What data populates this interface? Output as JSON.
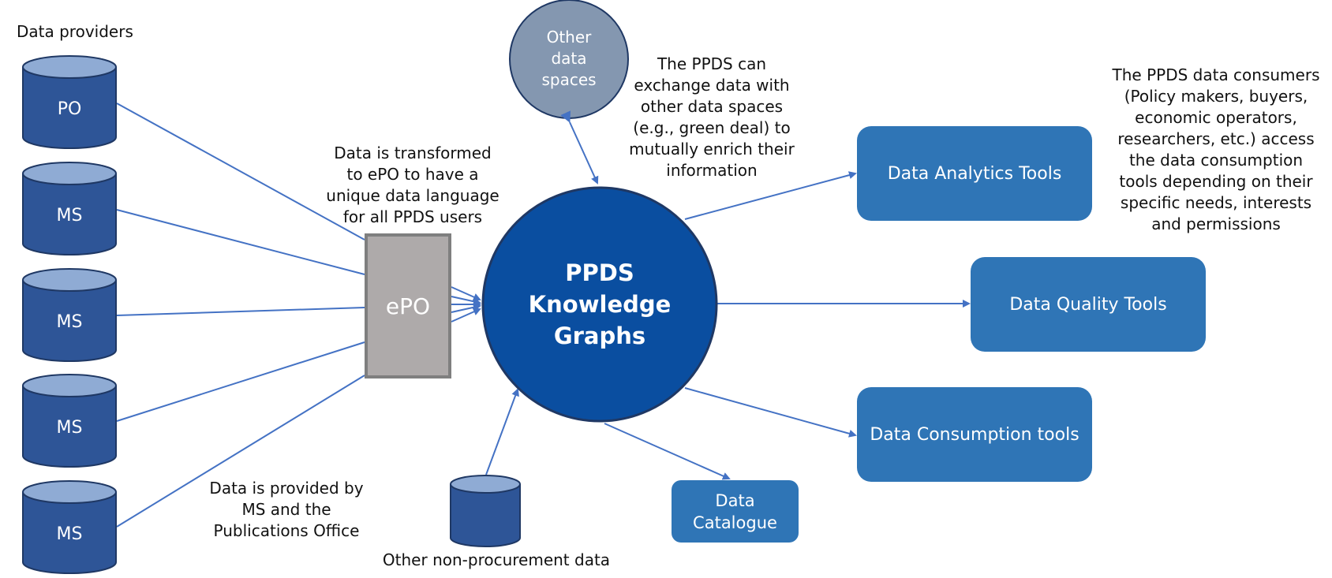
{
  "colors": {
    "cylinder_body": "#2e5597",
    "cylinder_top": "#8fabd4",
    "cylinder_stroke": "#1f3864",
    "knowledge_graph": "#0a4ea0",
    "tool_box": "#2f75b6",
    "other_spaces": "#8497b0",
    "epo_box": "#aeaaaa",
    "arrow": "#4472c4"
  },
  "providers": {
    "title": "Data providers",
    "items": [
      "PO",
      "MS",
      "MS",
      "MS",
      "MS"
    ]
  },
  "epo": {
    "label": "ePO",
    "description": "Data is transformed to ePO to have a unique data language for all PPDS users"
  },
  "provided_note": "Data is provided by MS and the Publications Office",
  "other_spaces": {
    "label": "Other data spaces",
    "note": "The PPDS can exchange data with other data spaces (e.g., green deal) to mutually enrich their information"
  },
  "knowledge_graph": {
    "label_line1": "PPDS",
    "label_line2": "Knowledge",
    "label_line3": "Graphs"
  },
  "tools": {
    "analytics": "Data Analytics Tools",
    "quality": "Data Quality Tools",
    "consumption": "Data Consumption tools",
    "catalogue": "Data Catalogue"
  },
  "consumers_note": "The PPDS data consumers (Policy makers, buyers, economic operators, researchers, etc.) access the data consumption tools depending on their specific needs, interests and permissions",
  "non_procurement": {
    "label": "Other non-procurement data"
  }
}
